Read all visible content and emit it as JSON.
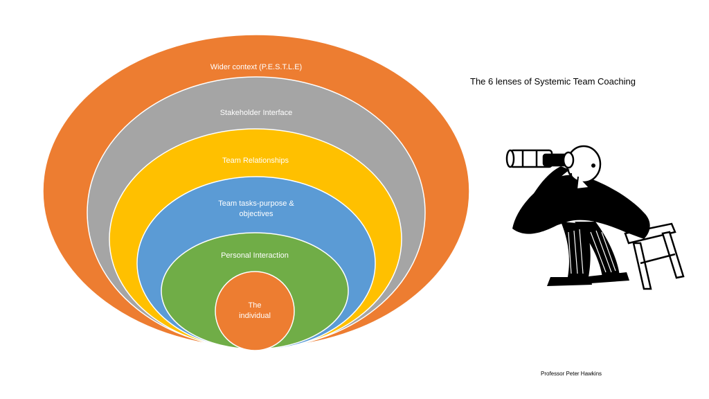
{
  "slide": {
    "title": "The 6 lenses of Systemic Team Coaching",
    "credit": "Professor Peter Hawkins"
  },
  "lenses": [
    {
      "id": "wider-context",
      "lines": [
        "Wider context (P.E.S.T.L.E)"
      ],
      "color": "#ed7d31"
    },
    {
      "id": "stakeholder-interface",
      "lines": [
        "Stakeholder  Interface"
      ],
      "color": "#a5a5a5"
    },
    {
      "id": "team-relationships",
      "lines": [
        "Team Relationships"
      ],
      "color": "#ffc000"
    },
    {
      "id": "team-tasks",
      "lines": [
        "Team tasks-purpose &",
        "objectives"
      ],
      "color": "#5b9bd5"
    },
    {
      "id": "personal-interaction",
      "lines": [
        "Personal Interaction"
      ],
      "color": "#70ad47"
    },
    {
      "id": "the-individual",
      "lines": [
        "The",
        "individual"
      ],
      "color": "#ed7d31"
    }
  ],
  "illustration": {
    "icon": "person-with-binoculars-icon"
  }
}
